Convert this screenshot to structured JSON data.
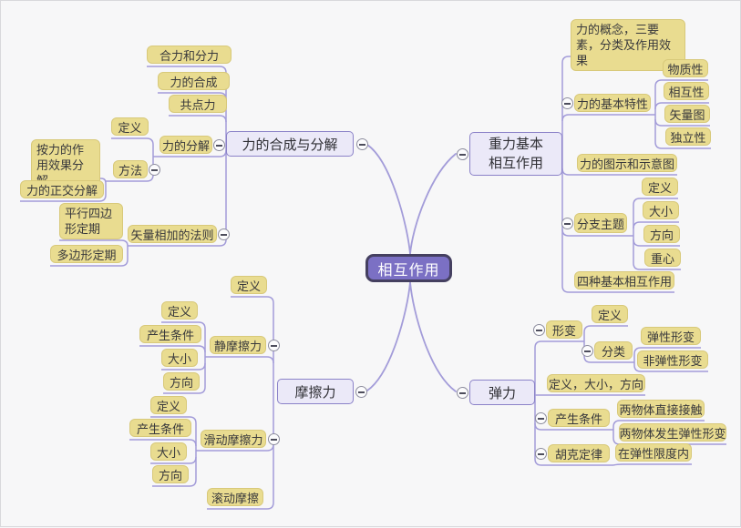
{
  "colors": {
    "background": "#f7f7f8",
    "connector_line": "#a39cd9",
    "leaf_fill": "#e9dc90",
    "leaf_border": "#d8c97a",
    "branch_fill": "#ebe9f8",
    "branch_border": "#8b82c8",
    "center_fill": "#7b70c4",
    "center_border": "#454060",
    "center_text": "#ffffff"
  },
  "mindmap": {
    "root": {
      "label": "相互作用"
    },
    "branches": [
      {
        "label": "力的合成与分解",
        "children": [
          {
            "label": "合力和分力"
          },
          {
            "label": "力的合成"
          },
          {
            "label": "共点力"
          },
          {
            "label": "力的分解",
            "children": [
              {
                "label": "定义"
              },
              {
                "label": "方法",
                "children": [
                  {
                    "label": "按力的作用效果分解"
                  },
                  {
                    "label": "力的正交分解"
                  }
                ]
              }
            ]
          },
          {
            "label": "矢量相加的法则",
            "children": [
              {
                "label": "平行四边形定期"
              },
              {
                "label": "多边形定期"
              }
            ]
          }
        ]
      },
      {
        "label": "重力基本相互作用",
        "children": [
          {
            "label": "力的概念，三要素，分类及作用效果"
          },
          {
            "label": "力的基本特性",
            "children": [
              {
                "label": "物质性"
              },
              {
                "label": "相互性"
              },
              {
                "label": "矢量图"
              },
              {
                "label": "独立性"
              }
            ]
          },
          {
            "label": "力的图示和示意图"
          },
          {
            "label": "分支主题",
            "children": [
              {
                "label": "定义"
              },
              {
                "label": "大小"
              },
              {
                "label": "方向"
              },
              {
                "label": "重心"
              }
            ]
          },
          {
            "label": "四种基本相互作用"
          }
        ]
      },
      {
        "label": "弹力",
        "children": [
          {
            "label": "形变",
            "children": [
              {
                "label": "定义"
              },
              {
                "label": "分类",
                "children": [
                  {
                    "label": "弹性形变"
                  },
                  {
                    "label": "非弹性形变"
                  }
                ]
              }
            ]
          },
          {
            "label": "定义，大小，方向"
          },
          {
            "label": "产生条件",
            "children": [
              {
                "label": "两物体直接接触"
              },
              {
                "label": "两物体发生弹性形变"
              }
            ]
          },
          {
            "label": "胡克定律",
            "children": [
              {
                "label": "在弹性限度内"
              }
            ]
          }
        ]
      },
      {
        "label": "摩擦力",
        "children": [
          {
            "label": "定义"
          },
          {
            "label": "静摩擦力",
            "children": [
              {
                "label": "定义"
              },
              {
                "label": "产生条件"
              },
              {
                "label": "大小"
              },
              {
                "label": "方向"
              }
            ]
          },
          {
            "label": "滑动摩擦力",
            "children": [
              {
                "label": "定义"
              },
              {
                "label": "产生条件"
              },
              {
                "label": "大小"
              },
              {
                "label": "方向"
              }
            ]
          },
          {
            "label": "滚动摩擦"
          }
        ]
      }
    ]
  }
}
